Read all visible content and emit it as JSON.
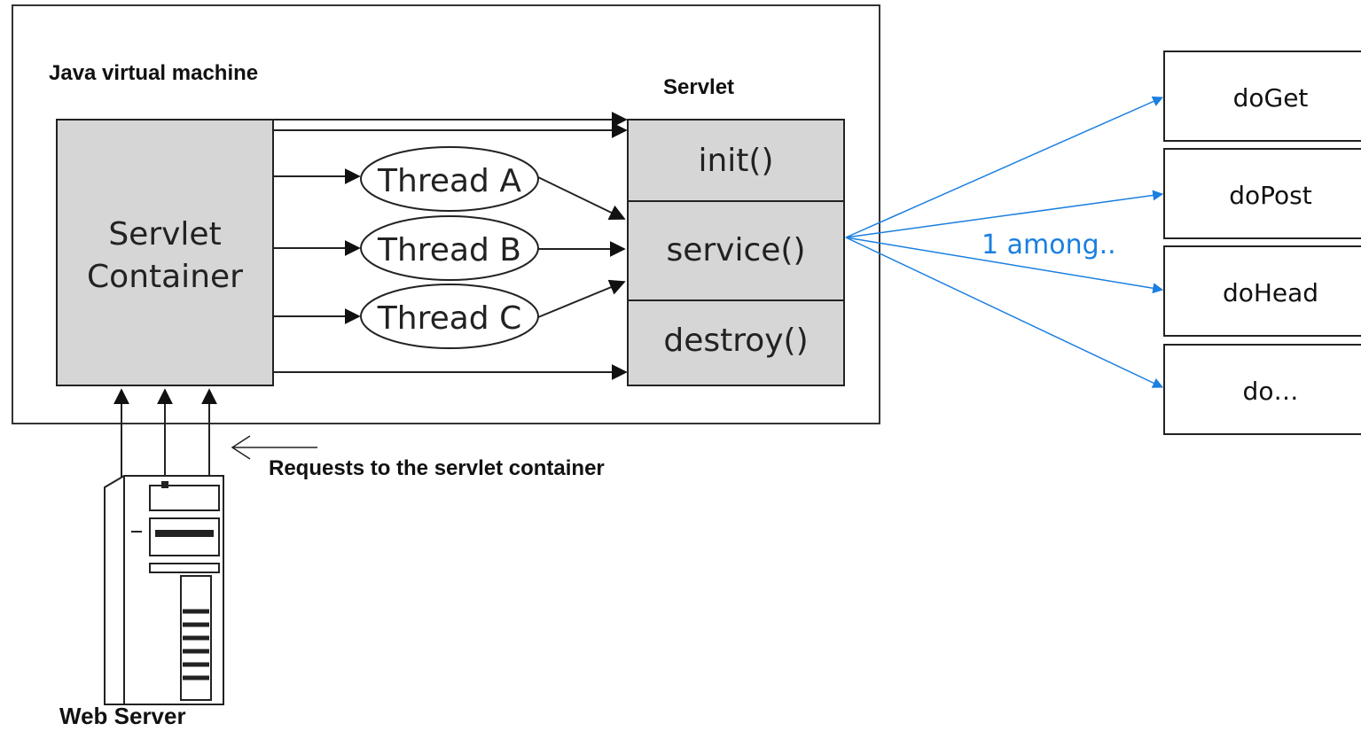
{
  "jvm": {
    "label": "Java virtual machine"
  },
  "container": {
    "line1": "Servlet",
    "line2": "Container"
  },
  "threads": [
    "Thread A",
    "Thread B",
    "Thread C"
  ],
  "servlet": {
    "title": "Servlet",
    "methods": [
      "init()",
      "service()",
      "destroy()"
    ]
  },
  "requests_label": "Requests to the servlet container",
  "web_server_label": "Web Server",
  "among_label": "1 among..",
  "do_methods": [
    "doGet",
    "doPost",
    "doHead",
    "do…"
  ],
  "colors": {
    "gray_fill": "#d6d6d6",
    "accent_blue": "#1a7fe0",
    "stroke": "#222222"
  }
}
